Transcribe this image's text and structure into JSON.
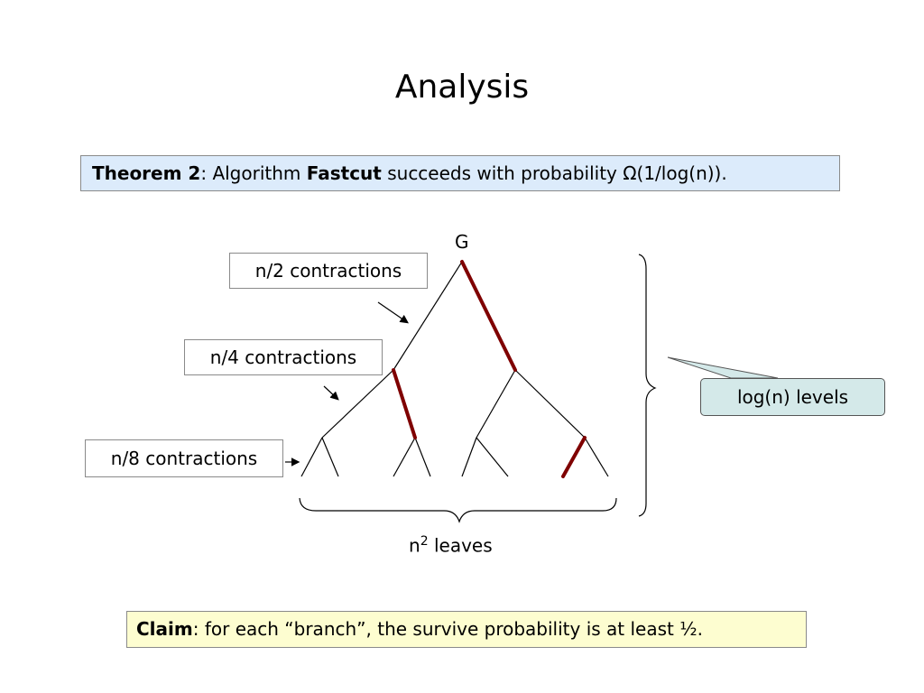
{
  "title": "Analysis",
  "theorem": {
    "label": "Theorem 2",
    "sep": ": Algorithm ",
    "algo": "Fastcut",
    "rest": " succeeds with probability Ω(1/log(n))."
  },
  "diagram": {
    "root_label": "G",
    "level_labels": [
      "n/2 contractions",
      "n/4 contractions",
      "n/8 contractions"
    ],
    "levels_callout": "log(n) levels",
    "leaves_base": "n",
    "leaves_exp": "2",
    "leaves_word": " leaves",
    "highlight_color": "#7f0000"
  },
  "claim": {
    "label": "Claim",
    "text": ": for each “branch”, the survive probability is at least ½."
  }
}
